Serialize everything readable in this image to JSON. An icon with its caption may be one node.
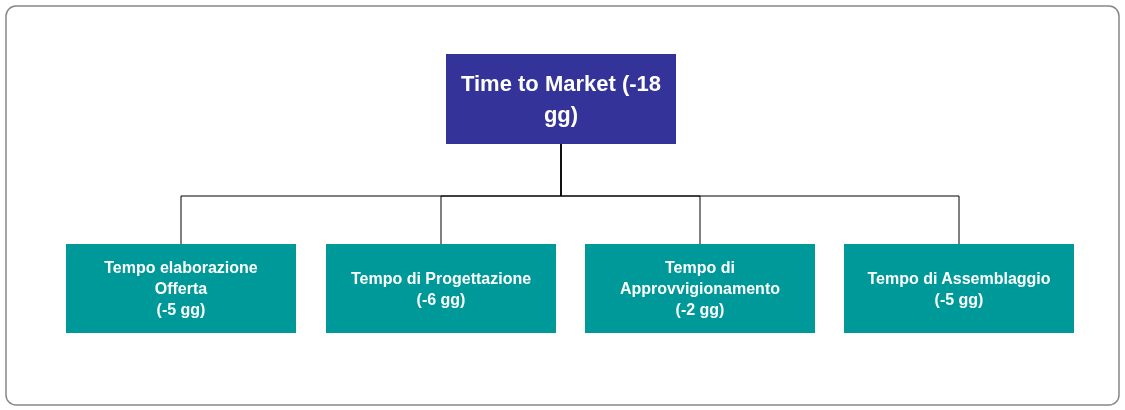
{
  "diagram": {
    "nodes": [
      {
        "text": [
          "Time to Market (-18 gg)"
        ]
      },
      {
        "text": [
          "Tempo elaborazione Offerta",
          "(-5 gg)"
        ]
      },
      {
        "text": [
          "Tempo di Progettazione",
          "(-6 gg)"
        ]
      },
      {
        "text": [
          "Tempo di Approvvigionamento",
          "(-2 gg)"
        ]
      },
      {
        "text": [
          "Tempo di Assemblaggio",
          "(-5 gg)"
        ]
      }
    ],
    "edges": [
      {
        "from": 0,
        "to": 1,
        "arrow": "none"
      },
      {
        "from": 0,
        "to": 2,
        "arrow": "none"
      },
      {
        "from": 0,
        "to": 3,
        "arrow": "none"
      },
      {
        "from": 0,
        "to": 4,
        "arrow": "none"
      }
    ]
  }
}
